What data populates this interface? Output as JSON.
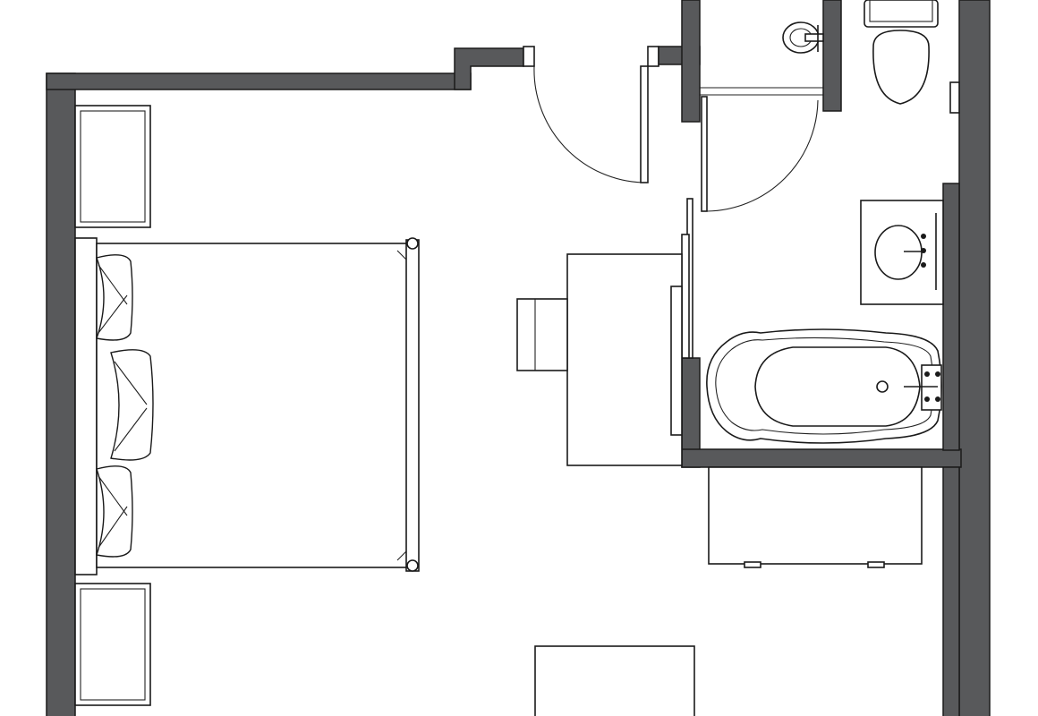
{
  "plan": {
    "colors": {
      "wall": "#58595b",
      "line": "#1a1a1a",
      "background": "#ffffff"
    },
    "rooms": [
      "bedroom",
      "bathroom"
    ],
    "fixtures": [
      "double-bed",
      "nightstand",
      "desk",
      "desk-chair",
      "wardrobe",
      "bathtub",
      "bathroom-sink",
      "toilet",
      "wall-sink",
      "entry-door",
      "bathroom-door",
      "sliding-panel",
      "dresser",
      "luggage-rack"
    ]
  }
}
